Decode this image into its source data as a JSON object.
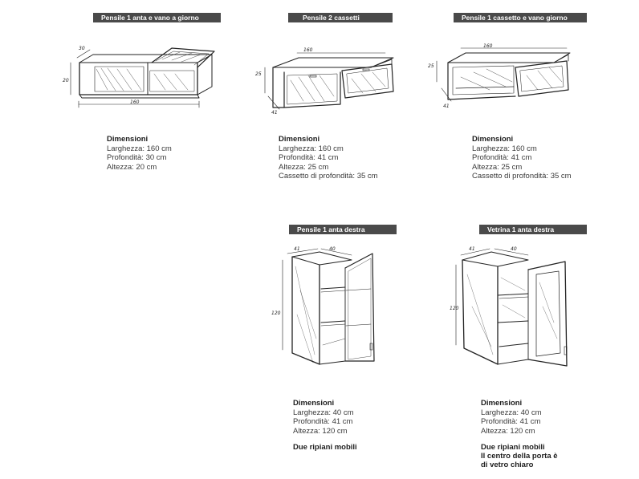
{
  "products": [
    {
      "title": "Pensile  1 anta e vano a giorno",
      "dims_heading": "Dimensioni",
      "lines": [
        "Larghezza:  160 cm",
        "Profondità:  30 cm",
        "Altezza:  20 cm"
      ],
      "notes": [],
      "sketch_labels": {
        "width": "160",
        "depth": "30",
        "height": "20"
      }
    },
    {
      "title": "Pensile  2 cassetti",
      "dims_heading": "Dimensioni",
      "lines": [
        "Larghezza:  160 cm",
        "Profondità:  41 cm",
        "Altezza:  25 cm",
        "Cassetto di profondità: 35 cm"
      ],
      "notes": [],
      "sketch_labels": {
        "width": "160",
        "depth": "41",
        "height": "25"
      }
    },
    {
      "title": "Pensile 1 cassetto e vano giorno",
      "dims_heading": "Dimensioni",
      "lines": [
        "Larghezza:  160 cm",
        "Profondità:  41 cm",
        "Altezza:  25 cm",
        "Cassetto di profondità: 35 cm"
      ],
      "notes": [],
      "sketch_labels": {
        "width": "160",
        "depth": "41",
        "height": "25"
      }
    },
    {
      "title": "Pensile 1 anta destra",
      "dims_heading": "Dimensioni",
      "lines": [
        "Larghezza:  40 cm",
        "Profondità:  41 cm",
        "Altezza:  120 cm"
      ],
      "notes": [
        "Due ripiani mobili"
      ],
      "sketch_labels": {
        "width": "40",
        "depth": "41",
        "height": "120"
      }
    },
    {
      "title": "Vetrina 1 anta destra",
      "dims_heading": "Dimensioni",
      "lines": [
        "Larghezza:  40 cm",
        "Profondità:  41 cm",
        "Altezza:  120 cm"
      ],
      "notes": [
        "Due ripiani mobili",
        "Il centro della porta è",
        "di vetro chiaro"
      ],
      "sketch_labels": {
        "width": "40",
        "depth": "41",
        "height": "120"
      }
    }
  ]
}
